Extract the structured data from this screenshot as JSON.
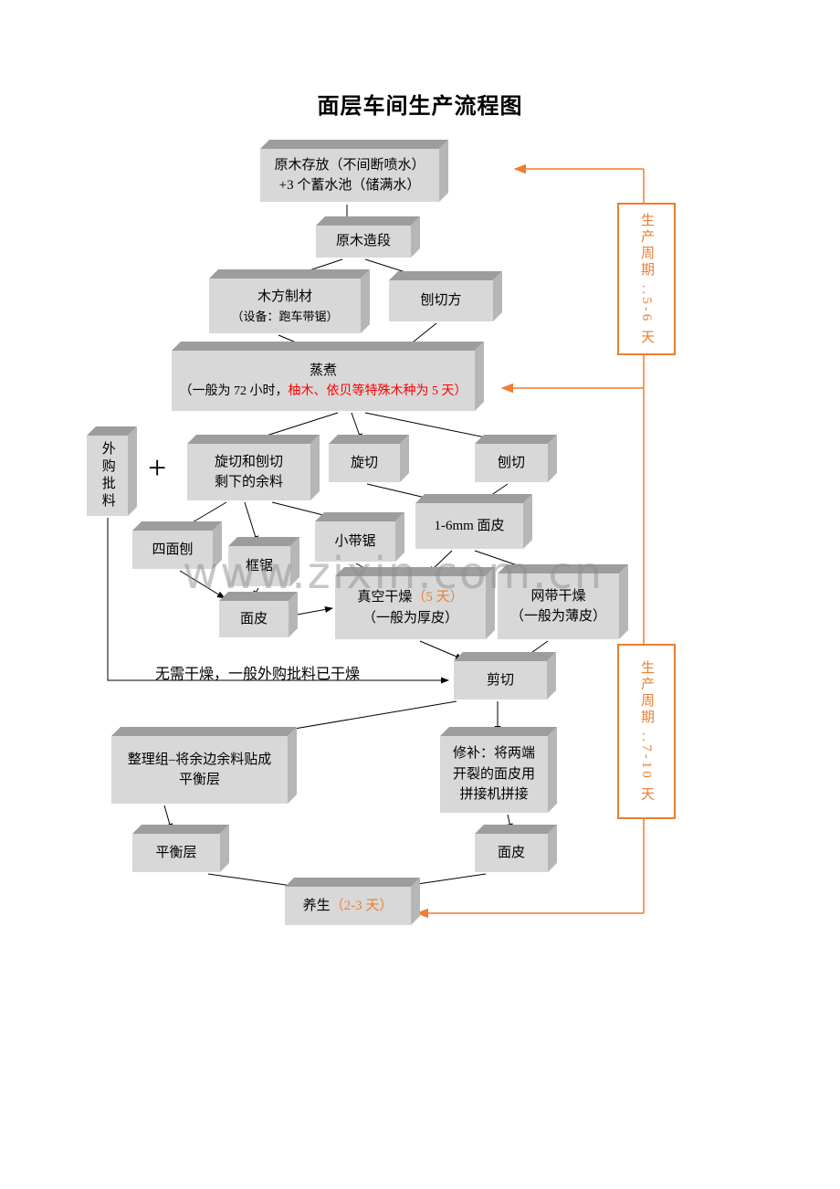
{
  "page": {
    "title": "面层车间生产流程图",
    "watermark": "www.zixin.com.cn"
  },
  "colors": {
    "box_front": "#d8d8d8",
    "box_top": "#9d9d9d",
    "box_side": "#b6b6b6",
    "accent_orange": "#ed7d31",
    "highlight_red": "#ff0000"
  },
  "nodes": {
    "log_storage": {
      "line1": "原木存放（不间断喷水）",
      "line2": "+3 个蓄水池（储满水）"
    },
    "log_cutting": {
      "label": "原木造段"
    },
    "lumber": {
      "line1": "木方制材",
      "line2": "（设备：跑车带锯）"
    },
    "slicing_block": {
      "label": "刨切方"
    },
    "steaming": {
      "line1": "蒸煮",
      "line2_black": "（一般为 72 小时，",
      "line2_red": "柚木、依贝等特殊木种为 5 天）"
    },
    "purchased": {
      "label": "外购批料"
    },
    "plus": "+",
    "leftover": {
      "line1": "旋切和刨切",
      "line2": "剩下的余料"
    },
    "rotary": {
      "label": "旋切"
    },
    "sliced": {
      "label": "刨切"
    },
    "veneer16": {
      "label": "1-6mm 面皮"
    },
    "planer4": {
      "label": "四面刨"
    },
    "frame_saw": {
      "label": "框锯"
    },
    "band_saw": {
      "label": "小带锯"
    },
    "vacuum_dry": {
      "line1_black": "真空干燥",
      "line1_orange": "（5 天）",
      "line2": "（一般为厚皮）"
    },
    "mesh_dry": {
      "line1": "网带干燥",
      "line2": "（一般为薄皮）"
    },
    "veneer_a": {
      "label": "面皮"
    },
    "shearing": {
      "label": "剪切"
    },
    "no_dry_note": "无需干燥，一般外购批料已干燥",
    "sorting": {
      "line1": "整理组–将余边余料贴成",
      "line2": "平衡层"
    },
    "repair": {
      "line1": "修补：将两端",
      "line2": "开裂的面皮用",
      "line3": "拼接机拼接"
    },
    "balance_layer": {
      "label": "平衡层"
    },
    "veneer_b": {
      "label": "面皮"
    },
    "curing": {
      "black": "养生",
      "orange": "（2-3 天）"
    },
    "cycle1": {
      "label": "生产周期 ..5-6 天"
    },
    "cycle2": {
      "label": "生产周期 ..7-10 天"
    }
  }
}
